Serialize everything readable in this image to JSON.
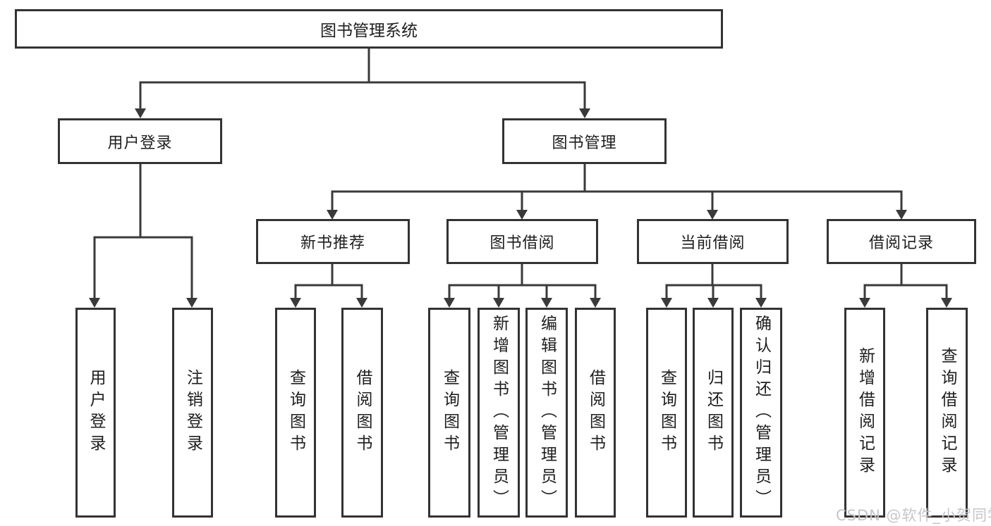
{
  "diagram": {
    "title": "图书管理系统",
    "branches": [
      {
        "label": "用户登录",
        "children": [
          {
            "label": "用户登录"
          },
          {
            "label": "注销登录"
          }
        ]
      },
      {
        "label": "图书管理",
        "children": [
          {
            "label": "新书推荐",
            "children": [
              {
                "label": "查询图书"
              },
              {
                "label": "借阅图书"
              }
            ]
          },
          {
            "label": "图书借阅",
            "children": [
              {
                "label": "查询图书"
              },
              {
                "label": "新增图书（管理员）"
              },
              {
                "label": "编辑图书（管理员）"
              },
              {
                "label": "借阅图书"
              }
            ]
          },
          {
            "label": "当前借阅",
            "children": [
              {
                "label": "查询图书"
              },
              {
                "label": "归还图书"
              },
              {
                "label": "确认归还（管理员）"
              }
            ]
          },
          {
            "label": "借阅记录",
            "children": [
              {
                "label": "新增借阅记录"
              },
              {
                "label": "查询借阅记录"
              }
            ]
          }
        ]
      }
    ]
  },
  "watermark": "CSDN @软件_小贺同学",
  "colors": {
    "line": "#3a3a3a",
    "border": "#333333",
    "text": "#1e1e1e",
    "watermark": "#c6c6c6",
    "background": "#ffffff"
  }
}
